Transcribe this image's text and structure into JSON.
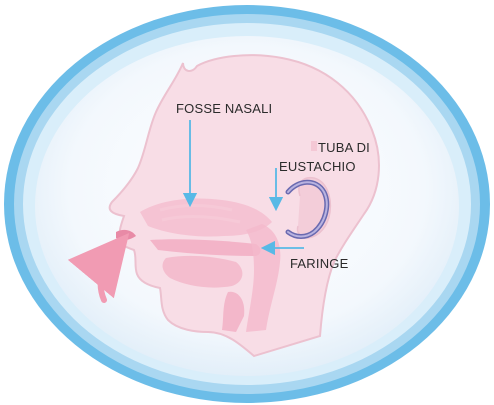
{
  "labels": {
    "fosse_nasali": "FOSSE NASALI",
    "tuba_line1": "TUBA DI",
    "tuba_line2": "EUSTACHIO",
    "faringe": "FARINGE"
  },
  "colors": {
    "outer_ring": "#5bb2e2",
    "inner_ring": "#c6e4f6",
    "disc_fill": "#eaf3fb",
    "head_fill": "#f8dde6",
    "head_outline": "#ecc1cf",
    "airway_fill": "#f4b9cc",
    "arrow": "#58b9e6",
    "eustachian_tube": "#6a6ab0",
    "airflow_arrow": "#f19bb3"
  }
}
